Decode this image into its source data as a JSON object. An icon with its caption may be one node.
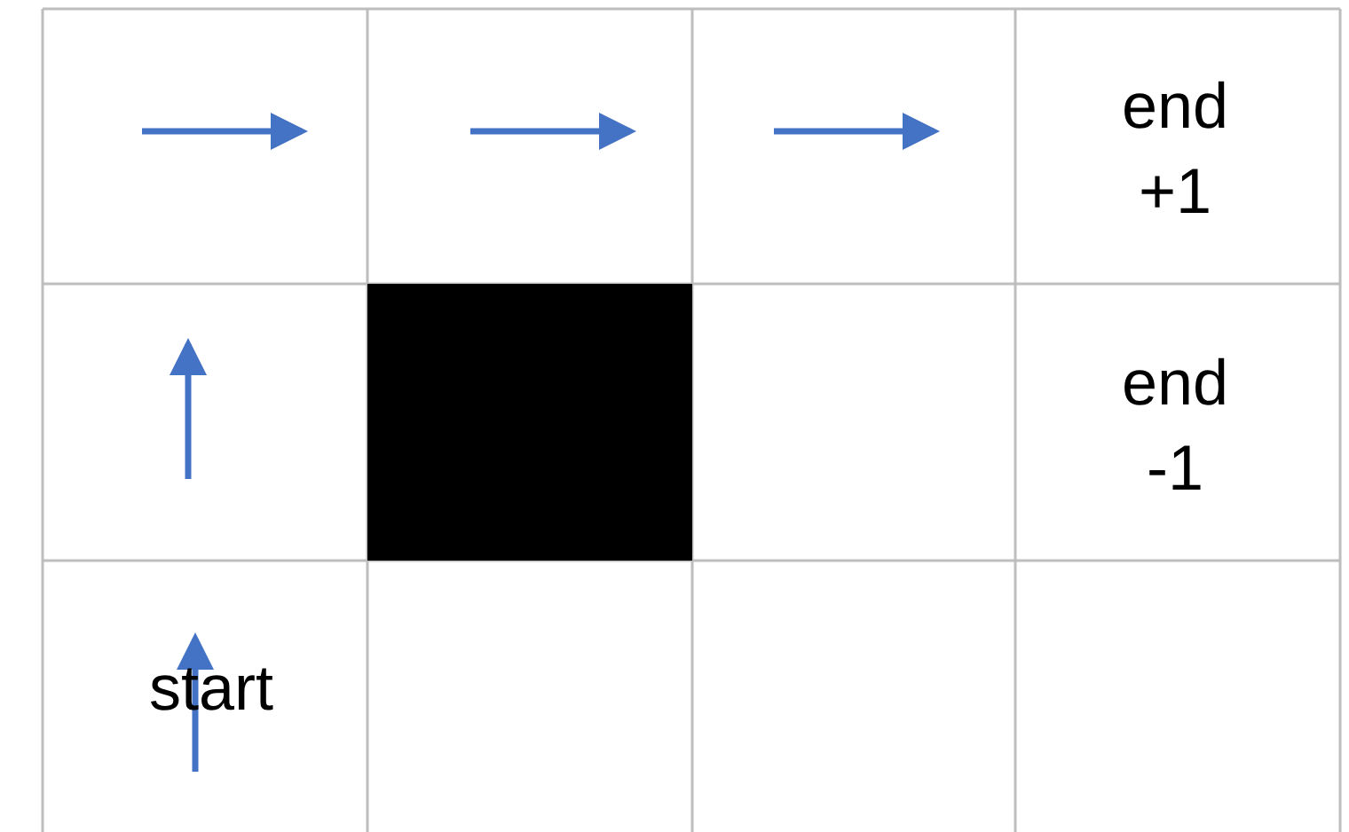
{
  "diagram": {
    "nodes": [
      {
        "text": [],
        "shape": "box"
      }
    ],
    "labels": [
      "end +1",
      "end -1",
      "start"
    ]
  }
}
